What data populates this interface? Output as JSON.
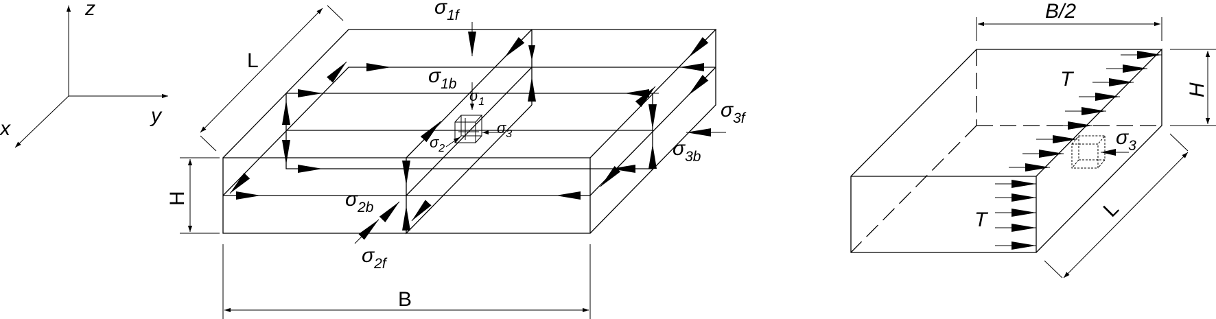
{
  "axes": {
    "z": "z",
    "y": "y",
    "x": "x"
  },
  "left_block": {
    "dims": {
      "L": "L",
      "H": "H",
      "B": "B"
    },
    "stresses": [
      {
        "sym": "σ",
        "sub": "1f"
      },
      {
        "sym": "σ",
        "sub": "1b"
      },
      {
        "sym": "σ",
        "sub": "1"
      },
      {
        "sym": "σ",
        "sub": "2"
      },
      {
        "sym": "σ",
        "sub": "3"
      },
      {
        "sym": "σ",
        "sub": "3f"
      },
      {
        "sym": "σ",
        "sub": "3b"
      },
      {
        "sym": "σ",
        "sub": "2b"
      },
      {
        "sym": "σ",
        "sub": "2f"
      }
    ]
  },
  "right_block": {
    "dims": {
      "half_width": "B/2",
      "H": "H",
      "L": "L"
    },
    "traction_top": "T",
    "traction_front": "T",
    "stress": {
      "sym": "σ",
      "sub": "3"
    }
  }
}
